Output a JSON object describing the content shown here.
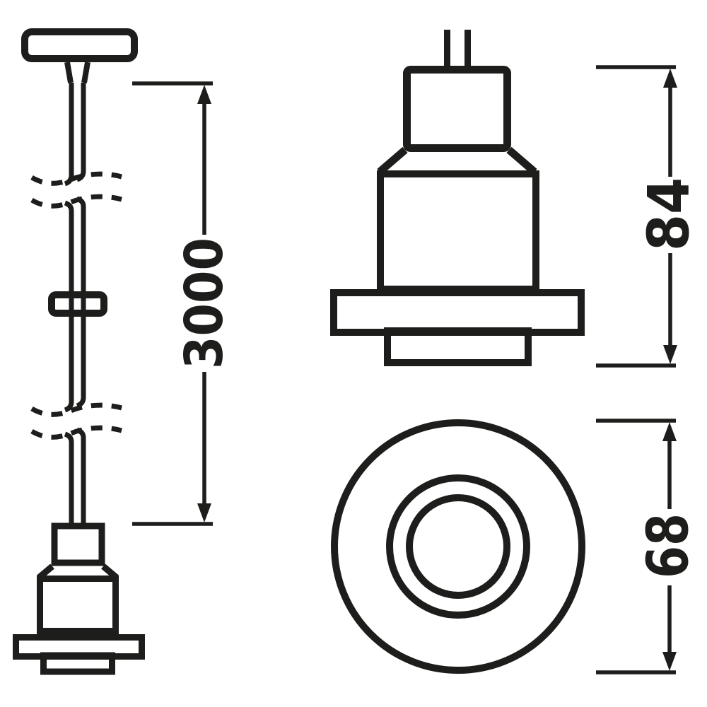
{
  "drawing": {
    "dimensions": {
      "cable_length": "3000",
      "socket_height": "84",
      "socket_diameter": "68"
    },
    "colors": {
      "line": "#1d1d1b",
      "lamp_opening_fill": "#d2d2d2",
      "background": "#ffffff"
    }
  }
}
